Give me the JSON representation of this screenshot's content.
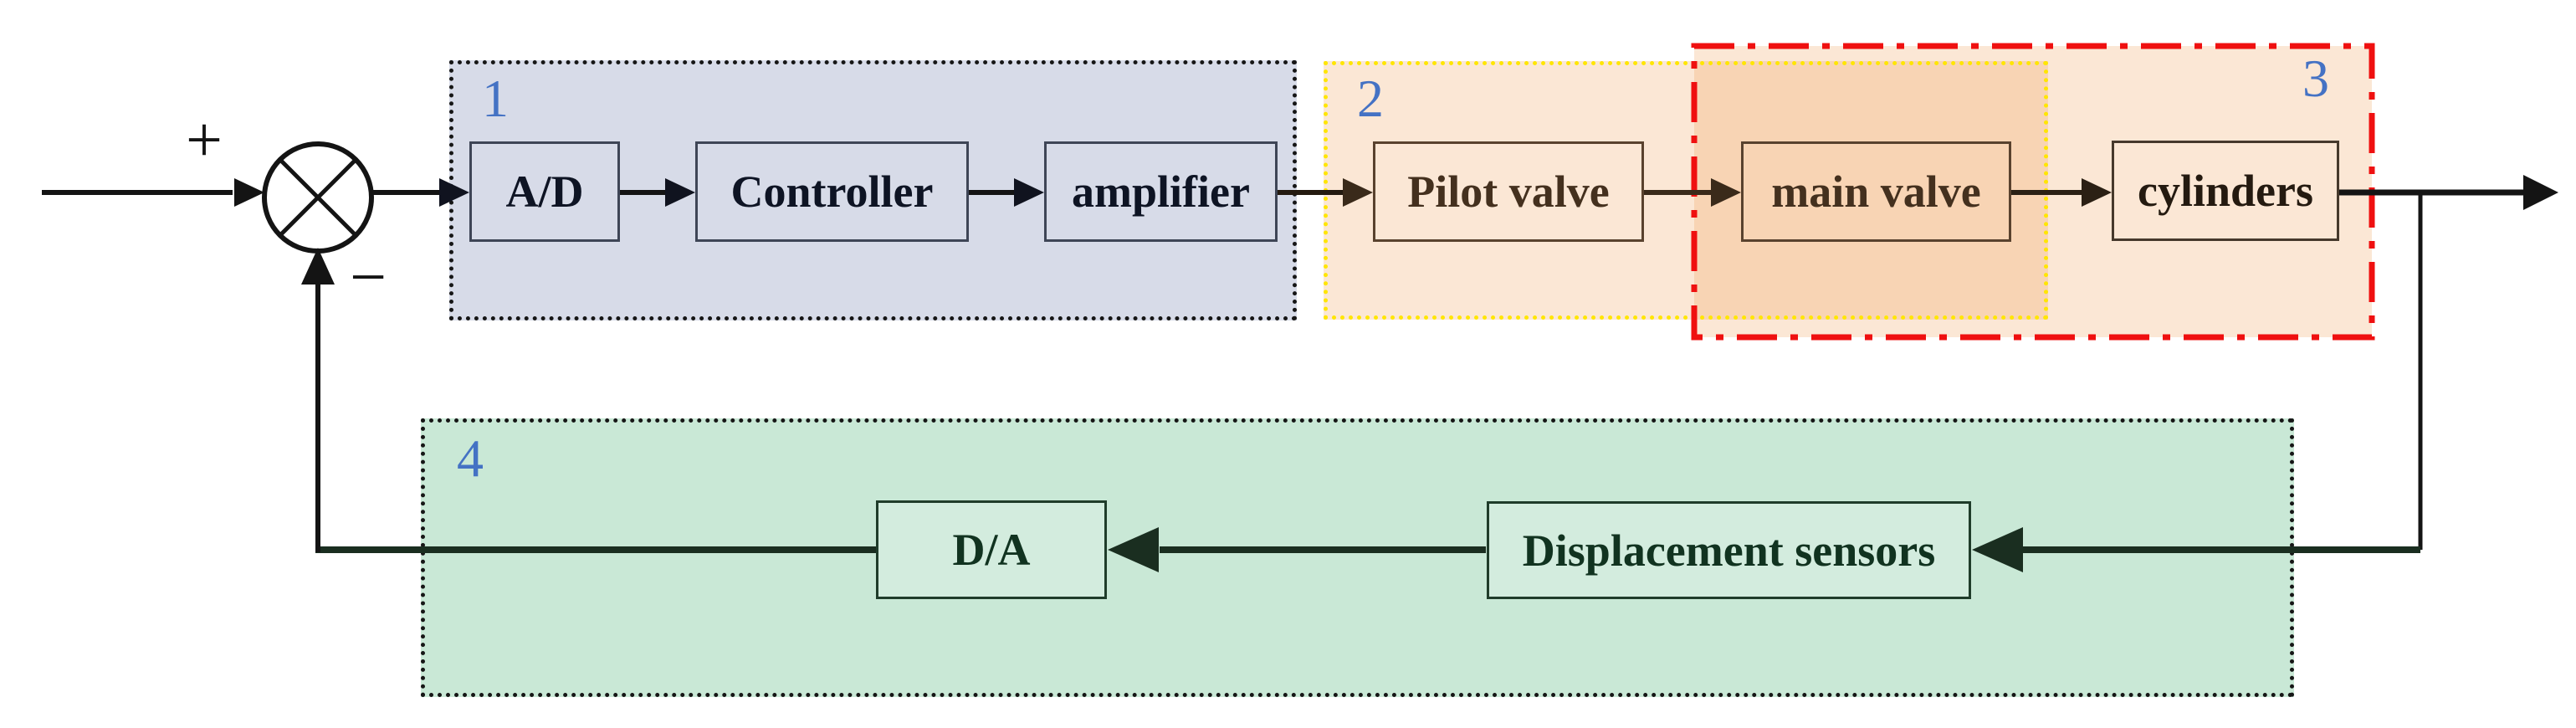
{
  "figure": {
    "kind": "closed-loop control system block diagram",
    "labels": {
      "group1": "1",
      "group2": "2",
      "group3": "3",
      "group4": "4",
      "plus": "+",
      "minus": "−",
      "ad": "A/D",
      "controller": "Controller",
      "amplifier": "amplifier",
      "pilot_valve": "Pilot valve",
      "main_valve": "main valve",
      "cylinders": "cylinders",
      "da": "D/A",
      "displacement_sensors": "Displacement sensors"
    },
    "groups": [
      {
        "number": "1",
        "style": "black dotted border, blue-gray fill",
        "fill": "#d7dbe8",
        "blocks": [
          "A/D",
          "Controller",
          "amplifier"
        ]
      },
      {
        "number": "2",
        "style": "yellow dotted border, light orange fill",
        "border": "#ffe600",
        "blocks": [
          "Pilot valve",
          "main valve"
        ]
      },
      {
        "number": "3",
        "style": "red dash-dot border, light orange fill (overlaps group 2)",
        "border": "#ef1010",
        "blocks": [
          "main valve",
          "cylinders"
        ]
      },
      {
        "number": "4",
        "style": "black dotted border, green fill (feedback path)",
        "fill": "#c9e8d6",
        "blocks": [
          "D/A",
          "Displacement sensors"
        ]
      }
    ],
    "colors": {
      "group_number_blue": "#4472c4",
      "group1_fill": "#d7dbe8",
      "group2_group3_fill_overlap": "#f5cda6",
      "group2_group3_fill_single": "#fae5d2",
      "group2_border_yellow": "#ffe600",
      "group3_border_red": "#ef1010",
      "group4_fill": "#c9e8d6",
      "line_black": "#141414",
      "valve_arrow_brown": "#3a2a1a",
      "feedback_dark_green": "#1a2e20"
    },
    "flow_forward": "input + ⊗ → A/D → Controller → amplifier → Pilot valve → main valve → cylinders → output",
    "flow_feedback": "output → Displacement sensors → D/A → ⊗ (minus)"
  }
}
